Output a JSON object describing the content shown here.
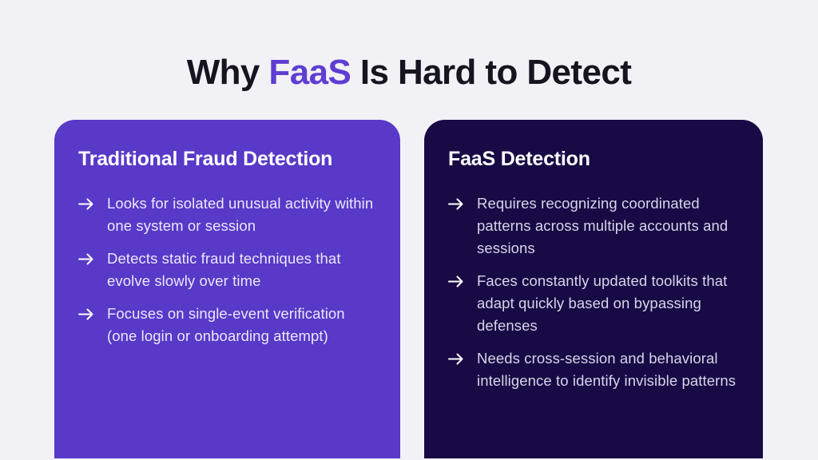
{
  "title": {
    "prefix": "Why ",
    "highlight": "FaaS",
    "suffix": " Is Hard to Detect"
  },
  "colors": {
    "background": "#f2f1f6",
    "title_text": "#17131f",
    "title_accent": "#5f3dd2",
    "card_traditional_bg": "#5839c8",
    "card_faas_bg": "#190a45",
    "heading_text": "#ffffff",
    "body_text_traditional": "#ece7fb",
    "body_text_faas": "#d9d3ea",
    "arrow": "#ffffff"
  },
  "icons": {
    "bullet": "arrow-right"
  },
  "cards": [
    {
      "heading": "Traditional Fraud Detection",
      "items": [
        {
          "text": "Looks for isolated unusual activity within one system or session"
        },
        {
          "text": "Detects static fraud techniques that evolve slowly over time"
        },
        {
          "text": "Focuses on single-event verification (one login or onboarding attempt)"
        }
      ]
    },
    {
      "heading": "FaaS Detection",
      "items": [
        {
          "text": "Requires recognizing coordinated patterns across multiple accounts and sessions"
        },
        {
          "text": "Faces constantly updated toolkits that adapt quickly based on bypassing defenses"
        },
        {
          "text": "Needs cross-session and behavioral intelligence to identify invisible patterns"
        }
      ]
    }
  ]
}
